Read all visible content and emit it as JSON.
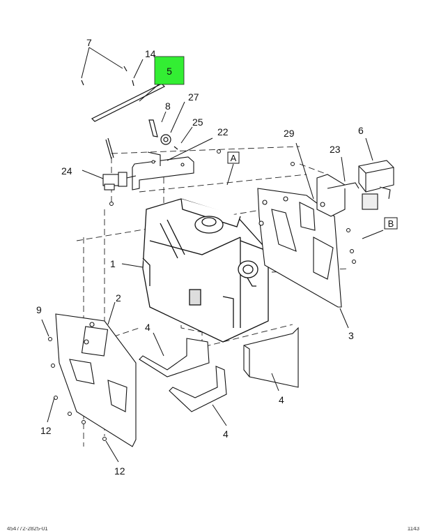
{
  "highlight": {
    "label": "5",
    "color": "#33ee33"
  },
  "callouts": {
    "c1": "1",
    "c2": "2",
    "c3": "3",
    "c4a": "4",
    "c4b": "4",
    "c4c": "4",
    "c6": "6",
    "c7": "7",
    "c8": "8",
    "c9": "9",
    "c12a": "12",
    "c12b": "12",
    "c14": "14",
    "c22": "22",
    "c23": "23",
    "c24": "24",
    "c25": "25",
    "c27": "27",
    "c29": "29"
  },
  "view_refs": {
    "a": "A",
    "b": "B"
  },
  "footer": {
    "left": "454772-2825-01",
    "right": "1143"
  }
}
